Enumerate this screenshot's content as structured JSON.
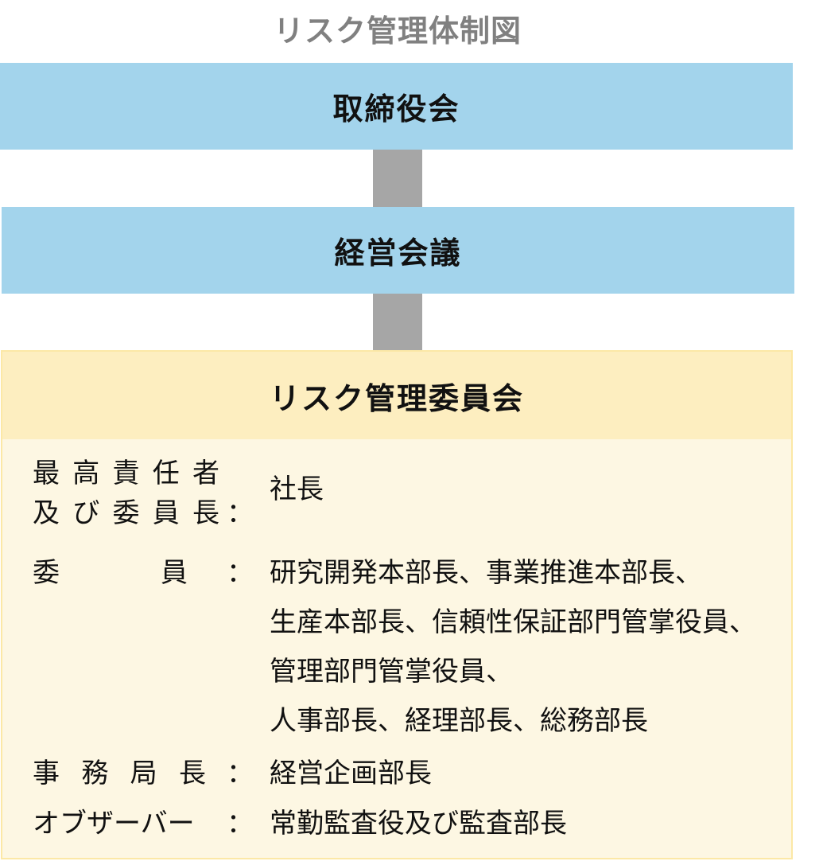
{
  "title": "リスク管理体制図",
  "boxes": {
    "board": "取締役会",
    "management": "経営会議"
  },
  "committee": {
    "name": "リスク管理委員会",
    "rows": {
      "chair": {
        "label_line1": [
          "最",
          "高",
          "責",
          "任",
          "者"
        ],
        "label_line2": [
          "及",
          "び",
          "委",
          "員",
          "長"
        ],
        "colon": "：",
        "value": "社長"
      },
      "members": {
        "label": [
          "委",
          "員"
        ],
        "colon": "：",
        "value_lines": [
          "研究開発本部長、事業推進本部長、",
          "生産本部長、信頼性保証部門管掌役員、",
          "管理部門管掌役員、",
          "人事部長、経理部長、総務部長"
        ]
      },
      "secretariat": {
        "label": [
          "事",
          "務",
          "局",
          "長"
        ],
        "colon": "：",
        "value": "経営企画部長"
      },
      "observer": {
        "label": [
          "オブザーバー"
        ],
        "colon": "：",
        "value": "常勤監査役及び監査部長"
      }
    }
  }
}
